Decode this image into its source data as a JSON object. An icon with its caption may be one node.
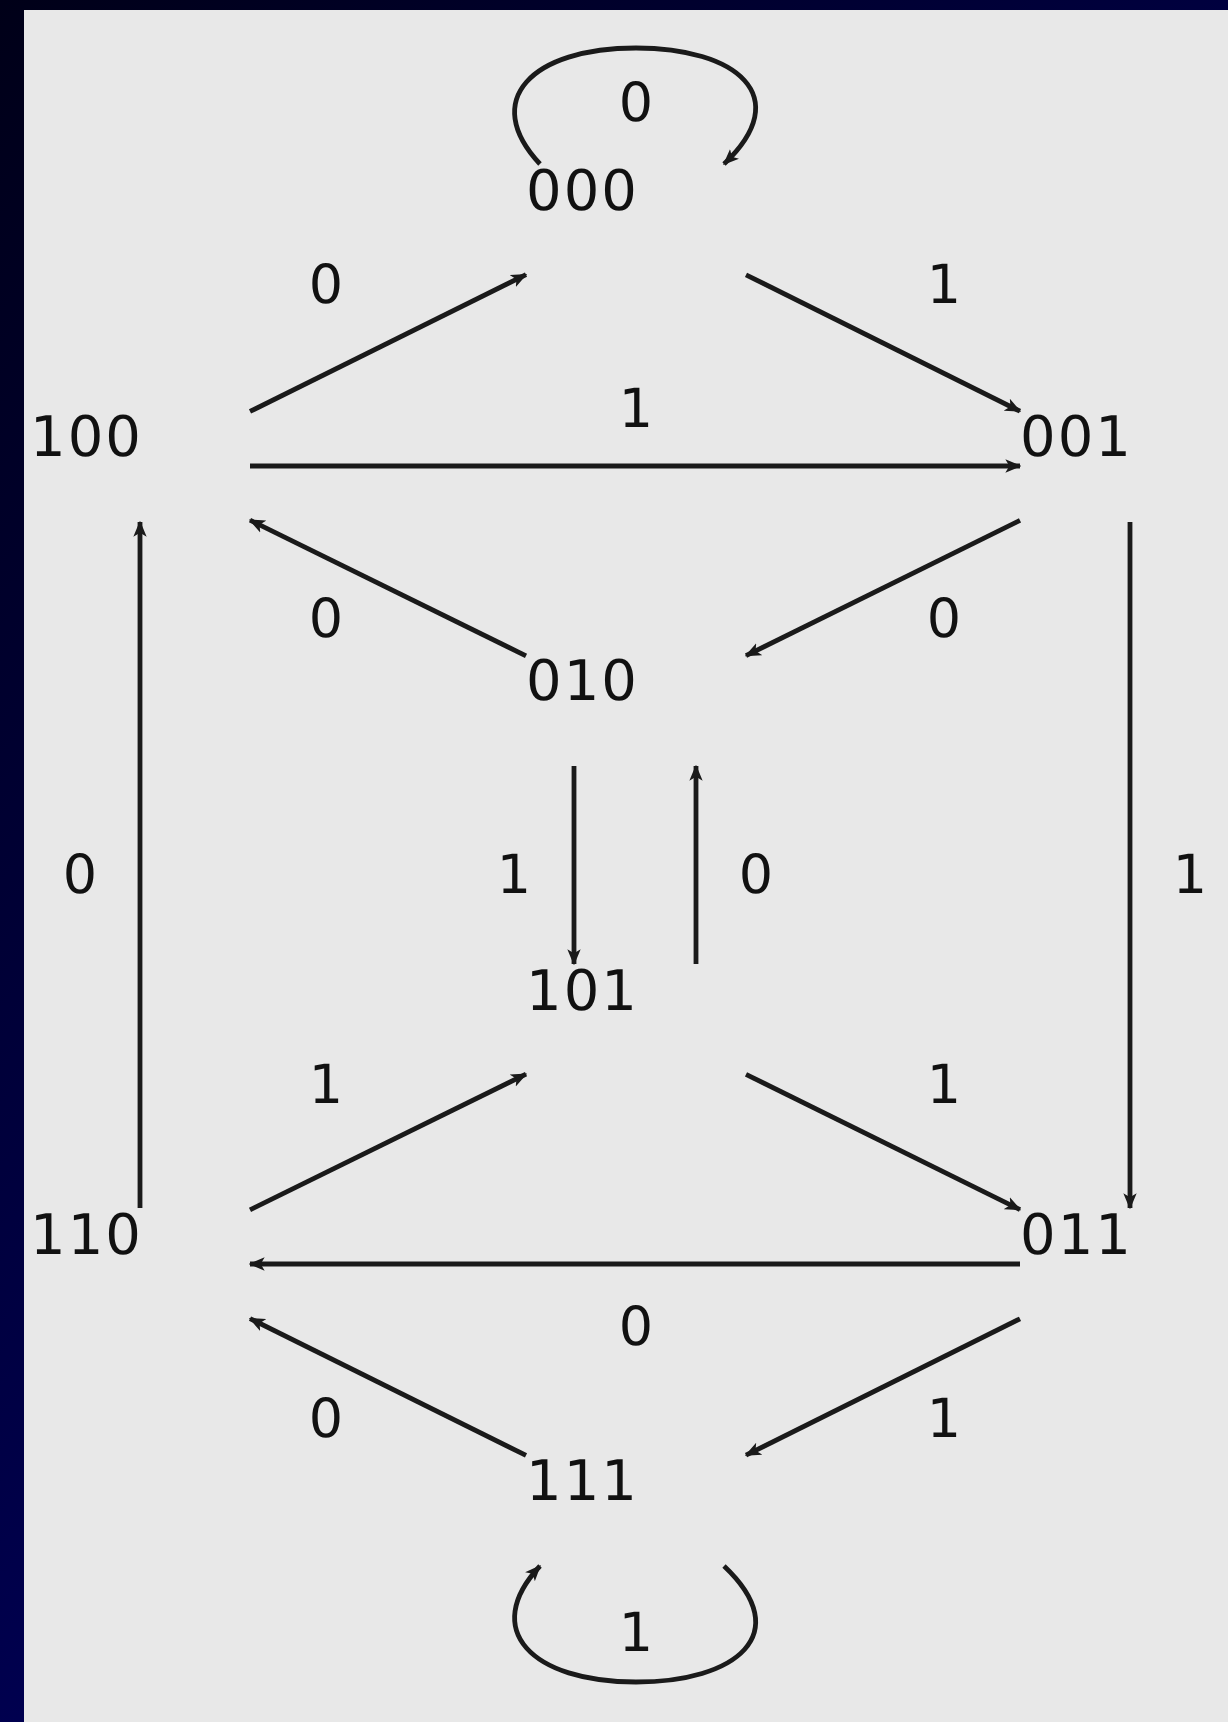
{
  "diagram": {
    "nodes": [
      {
        "text": [
          "000"
        ]
      },
      {
        "text": [
          "100"
        ]
      },
      {
        "text": [
          "001"
        ]
      },
      {
        "text": [
          "010"
        ]
      },
      {
        "text": [
          "101"
        ]
      },
      {
        "text": [
          "110"
        ]
      },
      {
        "text": [
          "011"
        ]
      },
      {
        "text": [
          "111"
        ]
      }
    ],
    "edges": [
      {
        "from": 0,
        "to": 0,
        "arrow": "to",
        "label": "0"
      },
      {
        "from": 1,
        "to": 0,
        "arrow": "to",
        "label": "0"
      },
      {
        "from": 0,
        "to": 2,
        "arrow": "to",
        "label": "1"
      },
      {
        "from": 1,
        "to": 2,
        "arrow": "to",
        "label": "1"
      },
      {
        "from": 3,
        "to": 1,
        "arrow": "to",
        "label": "0"
      },
      {
        "from": 2,
        "to": 3,
        "arrow": "to",
        "label": "0"
      },
      {
        "from": 5,
        "to": 1,
        "arrow": "to",
        "label": "0"
      },
      {
        "from": 3,
        "to": 4,
        "arrow": "to",
        "label": "1"
      },
      {
        "from": 4,
        "to": 3,
        "arrow": "to",
        "label": "0"
      },
      {
        "from": 2,
        "to": 6,
        "arrow": "to",
        "label": "1"
      },
      {
        "from": 5,
        "to": 4,
        "arrow": "to",
        "label": "1"
      },
      {
        "from": 4,
        "to": 6,
        "arrow": "to",
        "label": "1"
      },
      {
        "from": 6,
        "to": 5,
        "arrow": "to",
        "label": "0"
      },
      {
        "from": 7,
        "to": 5,
        "arrow": "to",
        "label": "0"
      },
      {
        "from": 6,
        "to": 7,
        "arrow": "to",
        "label": "1"
      },
      {
        "from": 7,
        "to": 7,
        "arrow": "to",
        "label": "1"
      }
    ]
  }
}
